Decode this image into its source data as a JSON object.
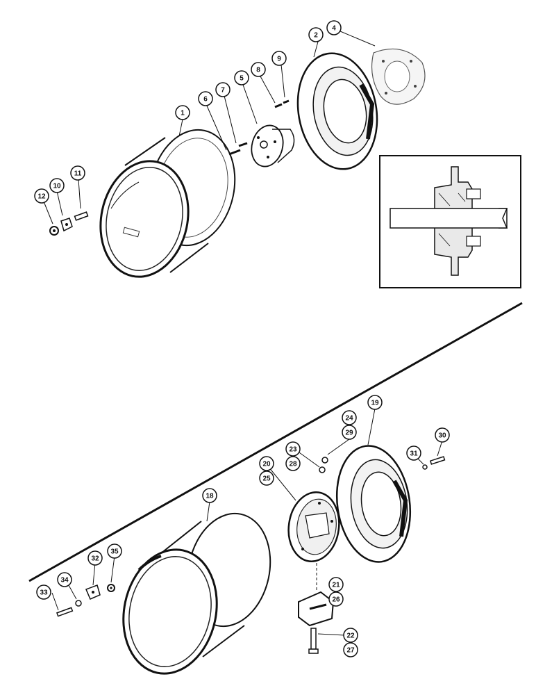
{
  "callouts": {
    "c1": "1",
    "c2": "2",
    "c4": "4",
    "c5": "5",
    "c6": "6",
    "c7": "7",
    "c8": "8",
    "c9": "9",
    "c10": "10",
    "c11": "11",
    "c12": "12",
    "c18": "18",
    "c19": "19",
    "c20": "20",
    "c21": "21",
    "c22": "22",
    "c23": "23",
    "c24": "24",
    "c25": "25",
    "c26": "26",
    "c27": "27",
    "c28": "28",
    "c29": "29",
    "c30": "30",
    "c31": "31",
    "c32": "32",
    "c33": "33",
    "c34": "34",
    "c35": "35"
  }
}
